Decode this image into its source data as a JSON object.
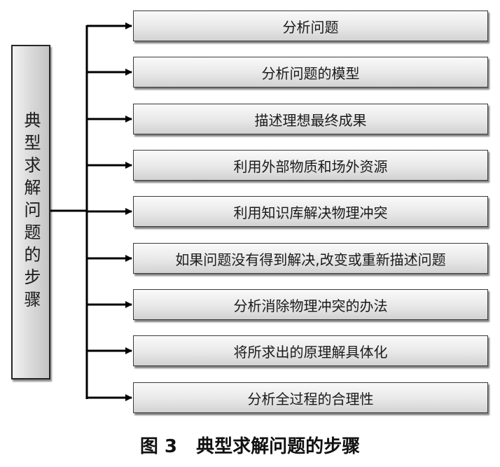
{
  "root": {
    "label": "典型求解问题的步骤"
  },
  "steps": [
    {
      "label": "分析问题"
    },
    {
      "label": "分析问题的模型"
    },
    {
      "label": "描述理想最终成果"
    },
    {
      "label": "利用外部物质和场外资源"
    },
    {
      "label": "利用知识库解决物理冲突"
    },
    {
      "label": "如果问题没有得到解决,改变或重新描述问题"
    },
    {
      "label": "分析消除物理冲突的办法"
    },
    {
      "label": "将所求出的原理解具体化"
    },
    {
      "label": "分析全过程的合理性"
    }
  ],
  "caption": {
    "number": "图 3",
    "title": "典型求解问题的步骤"
  },
  "colors": {
    "line": "#000000",
    "box_border": "#3a3a3a",
    "box_fill": "#e6e6e6"
  }
}
